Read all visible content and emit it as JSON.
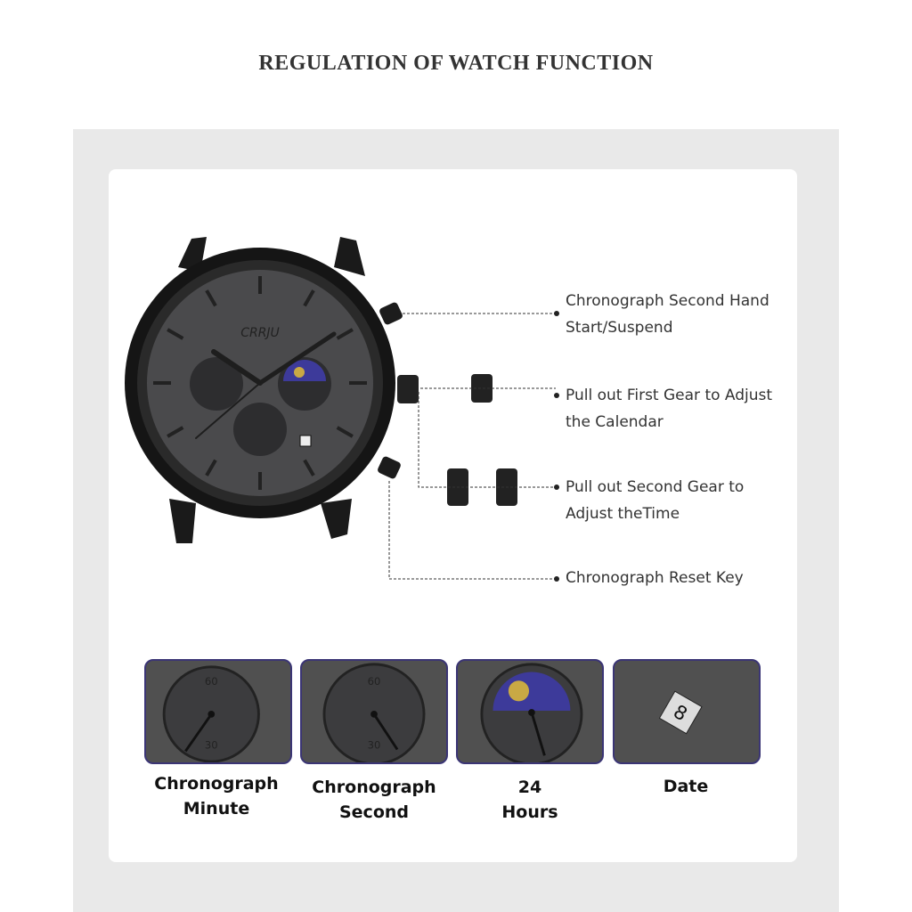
{
  "title": "REGULATION OF WATCH FUNCTION",
  "brand": "CRRJU",
  "annotations": [
    {
      "line1": "Chronograph Second Hand",
      "line2": "Start/Suspend"
    },
    {
      "line1": "Pull out First Gear to Adjust",
      "line2": "the Calendar"
    },
    {
      "line1": "Pull out Second Gear to",
      "line2": "Adjust theTime"
    },
    {
      "line1": "Chronograph Reset Key",
      "line2": ""
    }
  ],
  "features": [
    {
      "line1": "Chronograph",
      "line2": "Minute"
    },
    {
      "line1": "Chronograph",
      "line2": "Second"
    },
    {
      "line1": "24",
      "line2": "Hours"
    },
    {
      "line1": "Date",
      "line2": ""
    }
  ],
  "colors": {
    "frame": "#3b3575",
    "panel": "#e9e9e9",
    "dial": "#4a4a4c"
  }
}
